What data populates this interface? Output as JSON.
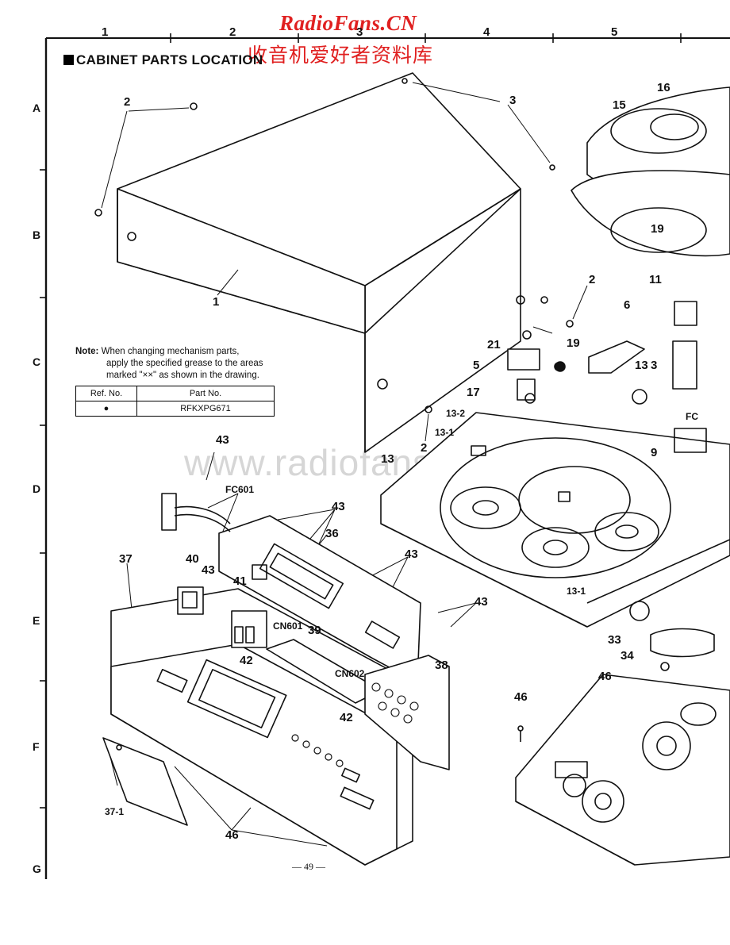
{
  "watermark": {
    "site": "RadioFans.CN",
    "chinese": "收音机爱好者资料库",
    "center": "www.radiofans.cn"
  },
  "section_title": "CABINET PARTS LOCATION",
  "grid": {
    "columns": [
      "1",
      "2",
      "3",
      "4",
      "5"
    ],
    "rows": [
      "A",
      "B",
      "C",
      "D",
      "E",
      "F",
      "G"
    ]
  },
  "note": {
    "label": "Note:",
    "line1": "When changing mechanism parts,",
    "line2": "apply the specified grease to the areas",
    "line3": "marked \"××\" as shown in the drawing."
  },
  "ref_table": {
    "headers": [
      "Ref. No.",
      "Part No."
    ],
    "rows": [
      {
        "ref": "●",
        "part": "RFKXPG671"
      }
    ]
  },
  "part_labels": {
    "p1": "1",
    "p2a": "2",
    "p2b": "2",
    "p2c": "2",
    "p3": "3",
    "p5": "5",
    "p6": "6",
    "p9": "9",
    "p11": "11",
    "p13": "13",
    "p13_1a": "13-1",
    "p13_1b": "13-1",
    "p13_2": "13-2",
    "p13_3": "13",
    "p13_3b": "3",
    "p15": "15",
    "p16": "16",
    "p17": "17",
    "p19a": "19",
    "p19b": "19",
    "p21": "21",
    "p33": "33",
    "p34": "34",
    "p36": "36",
    "p37": "37",
    "p37_1": "37-1",
    "p38": "38",
    "p39": "39",
    "p40": "40",
    "p41": "41",
    "p42a": "42",
    "p42b": "42",
    "p43a": "43",
    "p43b": "43",
    "p43c": "43",
    "p43d": "43",
    "p43e": "43",
    "p46a": "46",
    "p46b": "46",
    "p46c": "46",
    "fc601": "FC601",
    "cn601": "CN601",
    "cn602": "CN602",
    "fc_trunc": "FC"
  },
  "page_number": "— 49 —"
}
